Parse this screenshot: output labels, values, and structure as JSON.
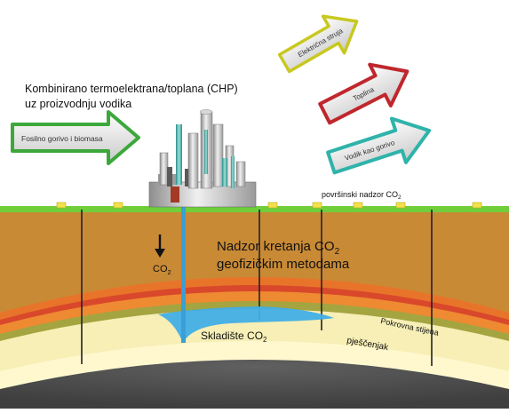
{
  "title": {
    "line1": "Kombinirano termoelektrana/toplana (CHP)",
    "line2": "uz proizvodnju vodika"
  },
  "arrows": {
    "input": "Fosilno gorivo i biomasa",
    "electricity": "Električna struja",
    "heat": "Toplina",
    "hydrogen": "Vodik kao gorivo"
  },
  "labels": {
    "surface_monitoring": "površinski nadzor CO",
    "co2_injection": "CO",
    "migration_line1": "Nadzor kretanja CO",
    "migration_line2": "geofizičkim metodama",
    "storage": "Skladište CO",
    "caprock": "Pokrovna stijena",
    "sandstone": "pješčenjak",
    "subscript_two": "2"
  },
  "colors": {
    "ground_surface": "#6fce3a",
    "soil": "#c98a35",
    "caprock_orange": "#e8742a",
    "caprock_red": "#d9482b",
    "reservoir_olive": "#a4a440",
    "sandstone": "#f7efb6",
    "deep_rock": "#4d4d4d",
    "storage_water": "#41aee6",
    "arrow_green": "#3ca83b",
    "arrow_yellow": "#c8c820",
    "arrow_red": "#c0272d",
    "arrow_teal": "#2fb3aa"
  }
}
